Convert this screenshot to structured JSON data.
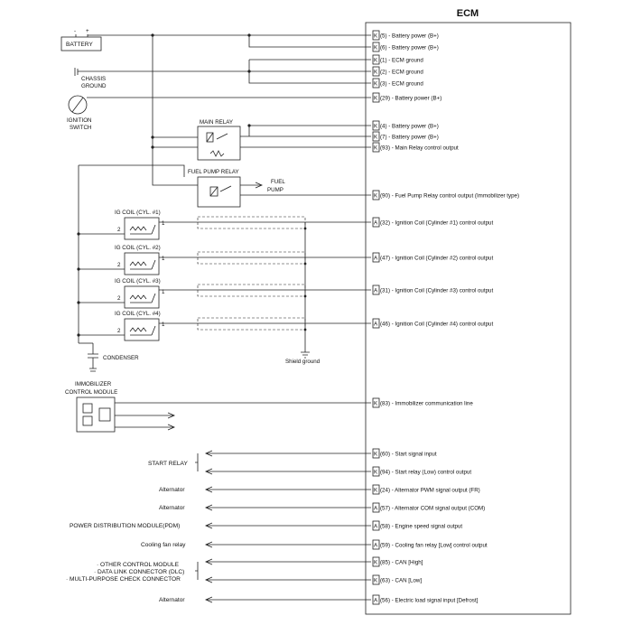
{
  "ecm": {
    "title": "ECM",
    "pins": [
      {
        "conn": "K",
        "label": "(5) - Battery power (B+)"
      },
      {
        "conn": "K",
        "label": "(6) - Battery power (B+)"
      },
      {
        "conn": "K",
        "label": "(1) - ECM ground"
      },
      {
        "conn": "K",
        "label": "(2) - ECM ground"
      },
      {
        "conn": "K",
        "label": "(3) - ECM ground"
      },
      {
        "conn": "K",
        "label": "(29) - Battery power (B+)"
      },
      {
        "conn": "K",
        "label": "(4) - Battery power (B+)"
      },
      {
        "conn": "K",
        "label": "(7) - Battery power (B+)"
      },
      {
        "conn": "K",
        "label": "(93) - Main Relay control output"
      },
      {
        "conn": "K",
        "label": "(90) - Fuel Pump Relay control output (Immobilizer type)"
      },
      {
        "conn": "A",
        "label": "(32) - Ignition Coil (Cylinder #1) control output"
      },
      {
        "conn": "A",
        "label": "(47) - Ignition Coil (Cylinder #2) control output"
      },
      {
        "conn": "A",
        "label": "(31) - Ignition Coil (Cylinder #3) control output"
      },
      {
        "conn": "A",
        "label": "(46) - Ignition Coil (Cylinder #4) control output"
      },
      {
        "conn": "K",
        "label": "(83) - Immobilizer communication line"
      },
      {
        "conn": "K",
        "label": "(60) - Start signal input"
      },
      {
        "conn": "K",
        "label": "(94) - Start relay (Low) control output"
      },
      {
        "conn": "K",
        "label": "(24) - Alternator PWM signal output (FR)"
      },
      {
        "conn": "A",
        "label": "(57) - Alternator COM signal output (COM)"
      },
      {
        "conn": "A",
        "label": "(58) - Engine speed signal output"
      },
      {
        "conn": "A",
        "label": "(59) - Cooling fan relay [Low] control output"
      },
      {
        "conn": "K",
        "label": "(85) - CAN [High]"
      },
      {
        "conn": "K",
        "label": "(63) - CAN [Low]"
      },
      {
        "conn": "A",
        "label": "(56) - Electric load signal input [Defrost]"
      }
    ]
  },
  "components": {
    "battery": "BATTERY",
    "battery_minus": "-",
    "battery_plus": "+",
    "chassis_ground_1": "CHASSIS",
    "chassis_ground_2": "GROUND",
    "ignition_switch_1": "IGNITION",
    "ignition_switch_2": "SWITCH",
    "main_relay": "MAIN RELAY",
    "fuel_pump_relay": "FUEL PUMP RELAY",
    "fuel_pump_1": "FUEL",
    "fuel_pump_2": "PUMP",
    "ig_coils": [
      "IG COIL (CYL. #1)",
      "IG COIL (CYL. #2)",
      "IG COIL (CYL. #3)",
      "IG COIL (CYL. #4)"
    ],
    "coil_pin_1": "1",
    "coil_pin_2": "2",
    "condenser": "CONDENSER",
    "shield_ground": "Shield ground",
    "immobilizer_1": "IMMOBILIZER",
    "immobilizer_2": "CONTROL MODULE"
  },
  "externals": {
    "start_relay": "START RELAY",
    "alternator_1": "Alternator",
    "alternator_2": "Alternator",
    "pdm": "POWER DISTRIBUTION MODULE(PDM)",
    "cooling_fan": "Cooling fan relay",
    "can_1": "· OTHER CONTROL MODULE",
    "can_2": "· DATA LINK CONNECTOR (DLC)",
    "can_3": "· MULTI-PURPOSE CHECK CONNECTOR",
    "alternator_3": "Alternator"
  }
}
